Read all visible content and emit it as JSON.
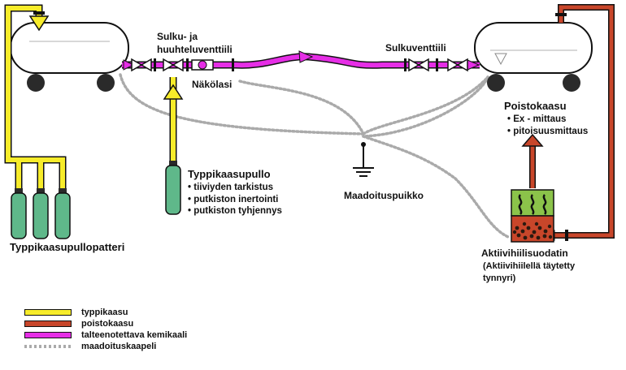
{
  "labels": {
    "valve_top_line1": "Sulku- ja",
    "valve_top_line2": "huuhteluventtiili",
    "sight_glass": "Näkölasi",
    "shutoff_valve": "Sulkuventtiili",
    "exhaust_gas": "Poistokaasu",
    "grounding_point": "Maadoituspuikko",
    "nitrogen_bottle": "Typpikaasupullo",
    "bottle_battery": "Typpikaasupullopatteri",
    "filter_title": "Aktiivihiilisuodatin",
    "filter_desc_line1": "(Aktiivihiilellä täytetty",
    "filter_desc_line2": "tynnyri)"
  },
  "exhaust_items": [
    "Ex - mittaus",
    "pitoisuusmittaus"
  ],
  "nitrogen_items": [
    "tiiviyden tarkistus",
    "putkiston inertointi",
    "putkiston tyhjennys"
  ],
  "legend": [
    {
      "label": "typpikaasu",
      "color": "#f7ec2a",
      "style": "solid"
    },
    {
      "label": "poistokaasu",
      "color": "#c8462a",
      "style": "solid"
    },
    {
      "label": "talteenotettava kemikaali",
      "color": "#e62ee6",
      "style": "solid"
    },
    {
      "label": "maadoituskaapeli",
      "color": "#aaaaaa",
      "style": "dotted"
    }
  ],
  "colors": {
    "nitrogen": "#f7ec2a",
    "exhaust": "#c8462a",
    "chemical": "#e62ee6",
    "ground": "#aaaaaa",
    "bottle": "#5fb88a",
    "filter_top": "#8bc34a",
    "filter_bottom": "#c8462a"
  }
}
